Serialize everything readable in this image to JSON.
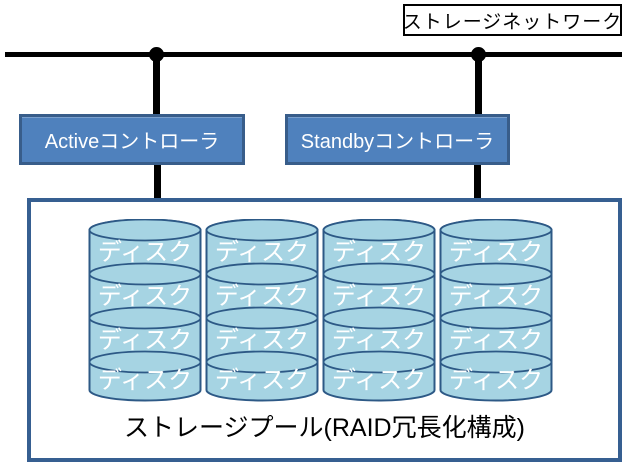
{
  "diagram": {
    "network_label": "ストレージネットワーク",
    "controllers": {
      "active_label": "Activeコントローラ",
      "standby_label": "Standbyコントローラ"
    },
    "pool": {
      "disk_label": "ディスク",
      "caption": "ストレージプール(RAID冗長化構成)",
      "grid": {
        "rows": 4,
        "columns": 4
      }
    },
    "colors": {
      "controller_fill": "#4F81BD",
      "controller_border": "#385D8A",
      "pool_border": "#365F91",
      "disk_fill": "#A6D4E3",
      "disk_outline": "#2D5986",
      "connector": "#000000",
      "controller_text": "#FFFFFF",
      "disk_text": "#FFFFFF"
    }
  }
}
